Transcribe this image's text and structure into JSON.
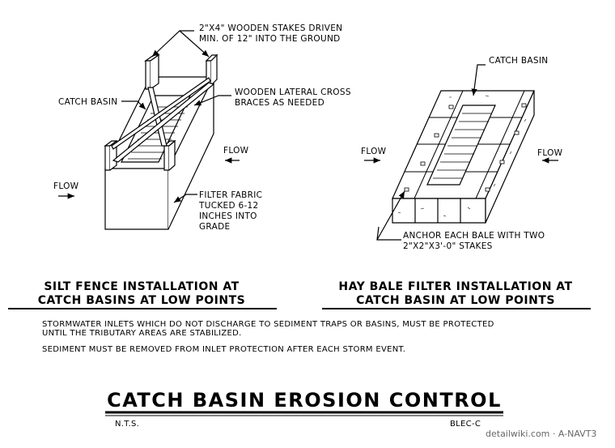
{
  "left_drawing": {
    "callout_stakes": [
      "2\"X4\" WOODEN STAKES DRIVEN",
      "MIN. OF 12\" INTO THE GROUND"
    ],
    "callout_catch_basin": "CATCH BASIN",
    "callout_braces": [
      "WOODEN LATERAL CROSS",
      "BRACES AS NEEDED"
    ],
    "flow_right": "FLOW",
    "flow_left": "FLOW",
    "callout_fabric": [
      "FILTER FABRIC",
      "TUCKED 6-12",
      "INCHES INTO",
      "GRADE"
    ],
    "heading": [
      "SILT FENCE INSTALLATION AT",
      "CATCH BASINS AT LOW POINTS"
    ]
  },
  "right_drawing": {
    "callout_catch_basin": "CATCH BASIN",
    "flow_left": "FLOW",
    "flow_right": "FLOW",
    "callout_anchor": [
      "ANCHOR EACH BALE WITH TWO",
      "2\"X2\"X3'-0\" STAKES"
    ],
    "heading": [
      "HAY BALE FILTER INSTALLATION AT",
      "CATCH BASIN AT LOW POINTS"
    ]
  },
  "notes": [
    "STORMWATER INLETS WHICH DO NOT DISCHARGE TO SEDIMENT TRAPS OR BASINS, MUST BE PROTECTED",
    "UNTIL THE TRIBUTARY AREAS ARE STABILIZED.",
    "SEDIMENT MUST BE REMOVED FROM INLET PROTECTION AFTER EACH STORM EVENT."
  ],
  "title_block": {
    "title": "CATCH BASIN EROSION CONTROL",
    "scale": "N.T.S.",
    "drawing_number": "BLEC-C"
  },
  "watermark": "detailwiki.com · A-NAVT3"
}
